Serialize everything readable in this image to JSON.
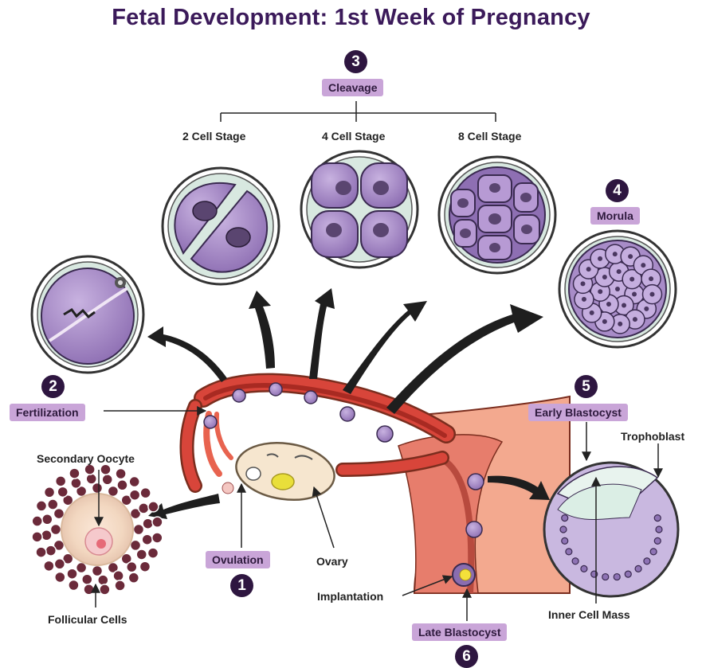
{
  "title": "Fetal Development: 1st Week of Pregnancy",
  "steps": {
    "fertilization": {
      "number": "2",
      "label": "Fertilization"
    },
    "cleavage": {
      "number": "3",
      "label": "Cleavage"
    },
    "morula": {
      "number": "4",
      "label": "Morula"
    },
    "early_blastocyst": {
      "number": "5",
      "label": "Early Blastocyst"
    },
    "ovulation": {
      "number": "1",
      "label": "Ovulation"
    },
    "late_blastocyst": {
      "number": "6",
      "label": "Late Blastocyst"
    }
  },
  "labels": {
    "two_cell": "2 Cell Stage",
    "four_cell": "4 Cell Stage",
    "eight_cell": "8 Cell Stage",
    "secondary_oocyte": "Secondary Oocyte",
    "follicular_cells": "Follicular Cells",
    "ovary": "Ovary",
    "implantation": "Implantation",
    "trophoblast": "Trophoblast",
    "inner_cell_mass": "Inner Cell Mass"
  },
  "colors": {
    "accent": "#2e1640",
    "pill": "#c9a5d8",
    "cell": "#a88cc8",
    "tube": "#c8322a"
  }
}
